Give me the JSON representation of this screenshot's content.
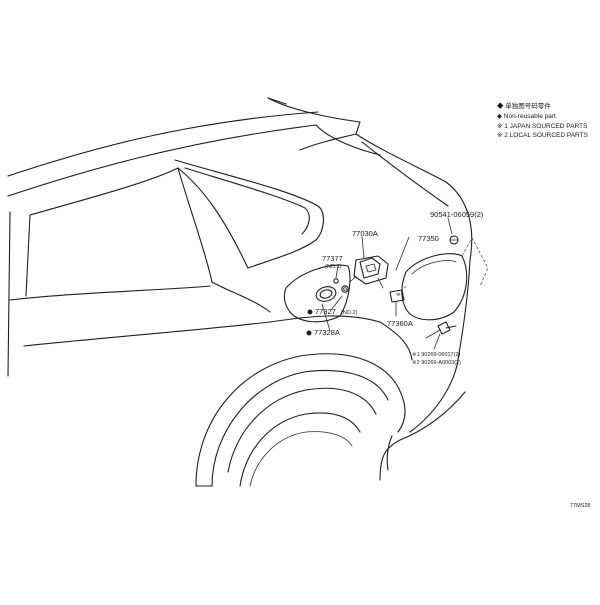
{
  "legend": {
    "line1": "◆ 单独图号码零件",
    "line2": "◆ Non-reusable part",
    "line3": "※ 1 JAPAN SOURCED PARTS",
    "line4": "※ 2 LOCAL SOURCED PARTS"
  },
  "parts": {
    "p90541": "90541-06059(2)",
    "p77350": "77350",
    "p77030a": "77030A",
    "p77327_no1_id": "77377",
    "p77327_no1_note": "(NO.1)",
    "p77327_no2_id": "77327",
    "p77327_no2_note": "(NO.2)",
    "p77328a": "77328A",
    "p77360a": "77360A",
    "p90269_1": "※1 90269-06017(2)",
    "p90269_2": "※2 90269-A0003(2)"
  },
  "figure_id": "77MS28",
  "colors": {
    "ink": "#1f1f1f",
    "background": "#ffffff"
  }
}
